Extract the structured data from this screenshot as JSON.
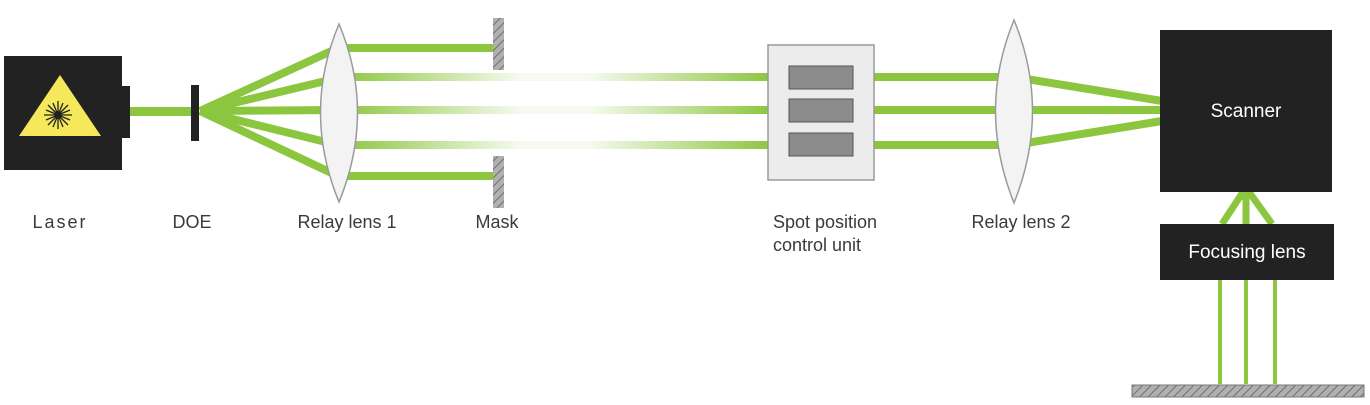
{
  "labels": {
    "laser": "Laser",
    "doe": "DOE",
    "relay_lens_1": "Relay lens 1",
    "mask": "Mask",
    "spot_line1": "Spot position",
    "spot_line2": "control unit",
    "relay_lens_2": "Relay lens 2",
    "scanner": "Scanner",
    "focusing_lens": "Focusing lens"
  },
  "colors": {
    "beam": "#8cc63f",
    "box_dark": "#222222",
    "laser_warning": "#f5e85a",
    "mask_gray": "#8a8a8a",
    "spot_unit_bg": "#ececec",
    "spot_unit_slot": "#8c8c8c",
    "lens_fill": "#f3f3f3",
    "lens_stroke": "#9a9a9a",
    "workpiece": "#9a9a9a"
  },
  "icons": {
    "laser_symbol": "laser-warning-icon"
  }
}
